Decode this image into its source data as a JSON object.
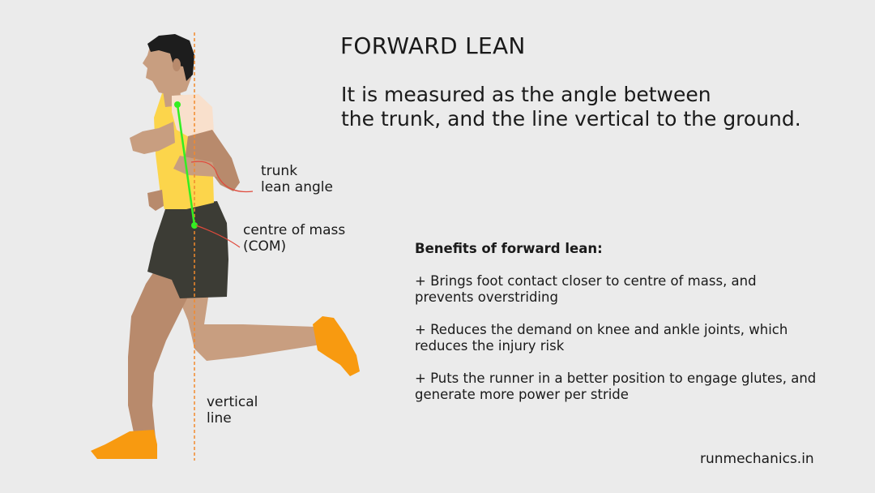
{
  "title": "FORWARD LEAN",
  "subtitle": {
    "line1": "It is measured as the angle between",
    "line2": "the trunk, and the line vertical to the ground."
  },
  "labels": {
    "trunk_angle": {
      "line1": "trunk",
      "line2": "lean angle"
    },
    "centre_of_mass": {
      "line1": "centre of mass",
      "line2": "(COM)"
    },
    "vertical_line": {
      "line1": "vertical",
      "line2": "line"
    }
  },
  "benefits": {
    "heading": "Benefits of forward lean:",
    "items": [
      {
        "line1": "+ Brings foot contact closer to centre of mass, and",
        "line2": "prevents overstriding"
      },
      {
        "line1": "+ Reduces the demand on knee and ankle joints, which",
        "line2": "reduces the injury risk"
      },
      {
        "line1": "+ Puts the runner in a better position to engage glutes, and",
        "line2": "generate more power per stride"
      }
    ]
  },
  "website": "runmechanics.in",
  "colors": {
    "background": "#ebebeb",
    "skin": "#c89e80",
    "skin_shadow": "#b88a6c",
    "shirt": "#fcd54b",
    "sleeve": "#f9e0cc",
    "shorts": "#3c3c35",
    "hair": "#1d1d1d",
    "shoes": "#f89a10",
    "trunk_line": "#33ee22",
    "vertical_line": "#f28a2c",
    "pointer": "#e04a3c"
  }
}
